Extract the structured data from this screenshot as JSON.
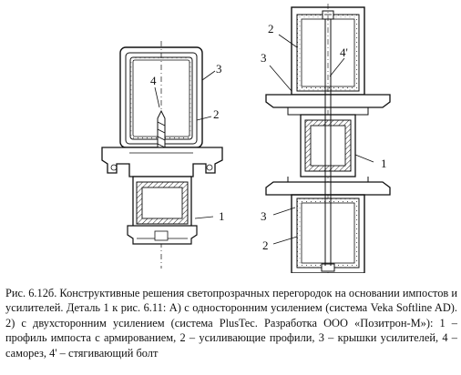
{
  "figure": {
    "left_labels": [
      "4",
      "3",
      "2",
      "1"
    ],
    "right_labels": [
      "2",
      "4'",
      "3",
      "1",
      "3",
      "2"
    ]
  },
  "caption": {
    "prefix": "Рис. 6.12б.",
    "text": "Конструктивные решения светопрозрачных перегородок на основании импостов и усилителей. Деталь 1 к рис. 6.11: А) с односторонним усилением (система Veka Softline AD). 2) с двухсторонним усилением (система PlusTec. Разработка ООО «Позитрон-М»): 1 – профиль импоста с армированием, 2 – усиливающие профили, 3 – крышки усилителей, 4 – саморез, 4' – стягивающий болт"
  }
}
